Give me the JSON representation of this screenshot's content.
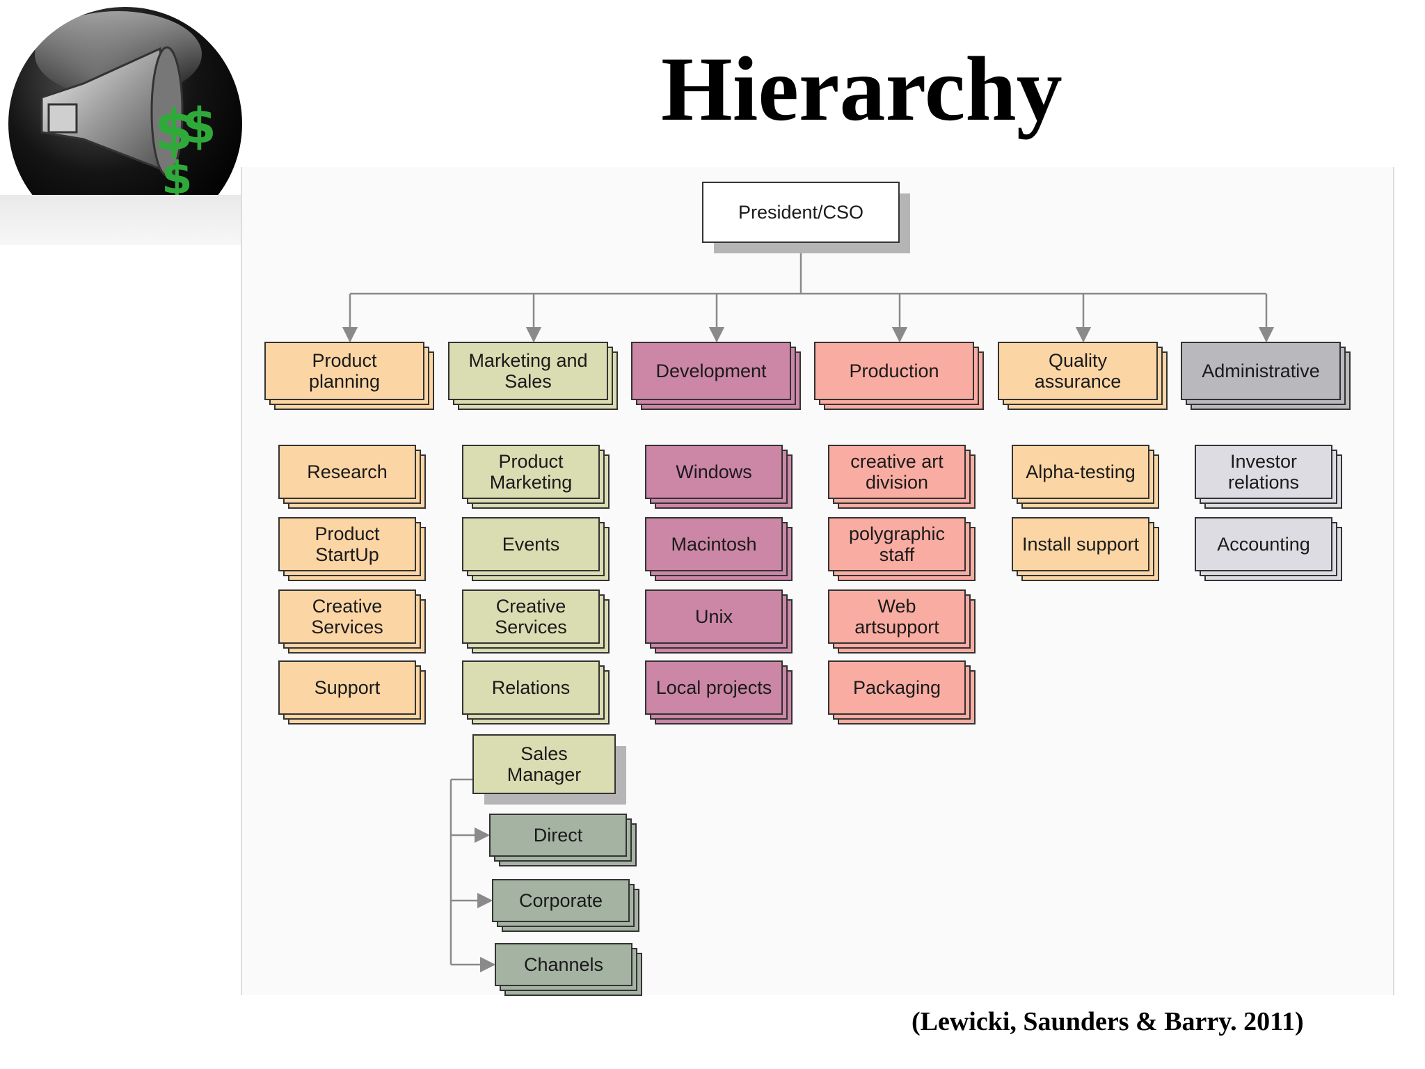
{
  "title": "Hierarchy",
  "citation": "(Lewicki, Saunders & Barry. 2011)",
  "colors": {
    "planning": "#fbd5a4",
    "marketing": "#dadcb2",
    "development": "#cc86a6",
    "production": "#f9aca2",
    "quality": "#fbd5a4",
    "admin": "#b9b8bd",
    "admin_sub": "#dcdce2",
    "sales_sub": "#a5b3a3",
    "root": "#ffffff"
  },
  "root": {
    "label": "President/CSO"
  },
  "departments": [
    {
      "id": "planning",
      "lines": [
        "Product",
        "planning"
      ],
      "color_key": "planning",
      "units": [
        [
          "Research"
        ],
        [
          "Product",
          "StartUp"
        ],
        [
          "Creative",
          "Services"
        ],
        [
          "Support"
        ]
      ]
    },
    {
      "id": "marketing",
      "lines": [
        "Marketing and",
        "Sales"
      ],
      "color_key": "marketing",
      "units": [
        [
          "Product",
          "Marketing"
        ],
        [
          "Events"
        ],
        [
          "Creative",
          "Services"
        ],
        [
          "Relations"
        ]
      ]
    },
    {
      "id": "development",
      "lines": [
        "Development"
      ],
      "color_key": "development",
      "units": [
        [
          "Windows"
        ],
        [
          "Macintosh"
        ],
        [
          "Unix"
        ],
        [
          "Local projects"
        ]
      ]
    },
    {
      "id": "production",
      "lines": [
        "Production"
      ],
      "color_key": "production",
      "units": [
        [
          "creative art",
          "division"
        ],
        [
          "polygraphic",
          "staff"
        ],
        [
          "Web",
          "artsupport"
        ],
        [
          "Packaging"
        ]
      ]
    },
    {
      "id": "quality",
      "lines": [
        "Quality",
        "assurance"
      ],
      "color_key": "quality",
      "units": [
        [
          "Alpha-testing"
        ],
        [
          "Install support"
        ]
      ]
    },
    {
      "id": "admin",
      "lines": [
        "Administrative"
      ],
      "color_key": "admin",
      "units": [
        [
          "Investor",
          "relations"
        ],
        [
          "Accounting"
        ]
      ]
    }
  ],
  "sales_manager": {
    "lines": [
      "Sales",
      "Manager"
    ],
    "channels": [
      [
        "Direct"
      ],
      [
        "Corporate"
      ],
      [
        "Channels"
      ]
    ]
  }
}
